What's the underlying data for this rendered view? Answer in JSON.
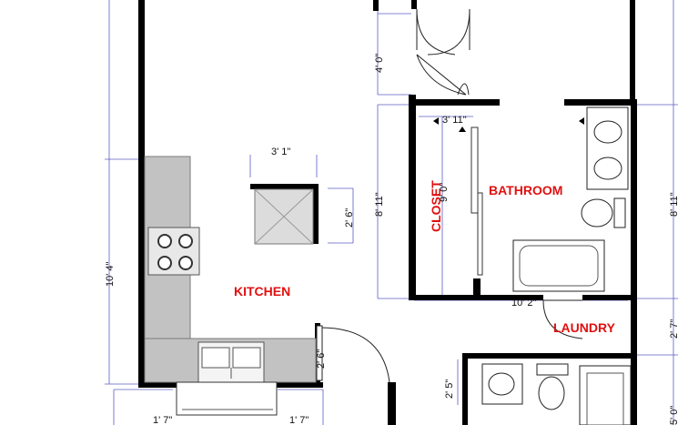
{
  "rooms": {
    "kitchen": "KITCHEN",
    "bathroom": "BATHROOM",
    "closet": "CLOSET",
    "laundry": "LAUNDRY"
  },
  "dimensions": {
    "upper_wall_height": "4' 0\"",
    "island_width": "3' 1\"",
    "island_depth": "2' 6\"",
    "kitchen_length": "10' 4\"",
    "bathroom_height": "8' 11\"",
    "bathroom_height_right": "8' 11\"",
    "closet_width": "3' 11\"",
    "closet_inner": "9' 0\"",
    "bathroom_bottom": "10' 2\"",
    "laundry_height": "2' 7\"",
    "small_height": "2' 5\"",
    "bottom_left": "1' 7\"",
    "bottom_right": "1' 7\"",
    "right_bottom": "5' 0\"",
    "door_small": "2' 6\""
  },
  "colors": {
    "room_label": "#e11010",
    "dimension_line": "#5b5bc8",
    "wall": "#000000",
    "counter": "#c2c2c2"
  }
}
